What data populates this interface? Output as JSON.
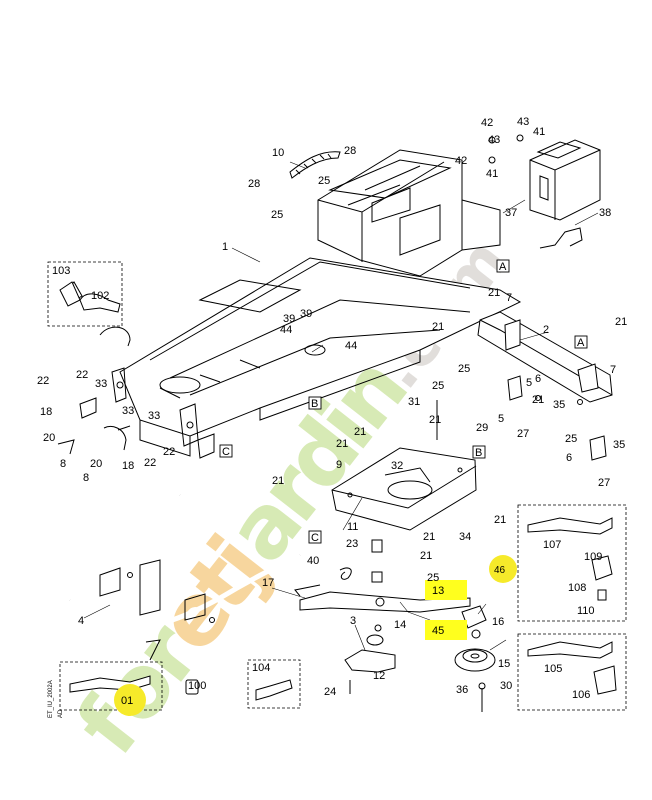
{
  "watermark": {
    "parts": [
      "f",
      "o",
      "r",
      "e",
      "t",
      "j",
      "a",
      "r",
      "d",
      "i",
      "n",
      ".com"
    ],
    "colors": [
      "#b7d97a",
      "#b7d97a",
      "#b7d97a",
      "#f2b64f",
      "#f2b64f",
      "#f2b64f",
      "#b7d97a",
      "#b7d97a",
      "#b7d97a",
      "#b7d97a",
      "#b7d97a",
      "#c9c4bf"
    ]
  },
  "side_code": "ET_IU_2002A",
  "side_code2": "AD",
  "section_labels": {
    "A1": "A",
    "A2": "A",
    "B1": "B",
    "B2": "B",
    "C1": "C",
    "C2": "C"
  },
  "highlights": {
    "h13": "13",
    "h45": "45",
    "h46": "46",
    "h01": "01"
  },
  "callouts": {
    "c1": "1",
    "c2": "2",
    "c3": "3",
    "c4": "4",
    "c5a": "5",
    "c5b": "5",
    "c6a": "6",
    "c6b": "6",
    "c7a": "7",
    "c7b": "7",
    "c8a": "8",
    "c8b": "8",
    "c9": "9",
    "c10": "10",
    "c11": "11",
    "c12": "12",
    "c14": "14",
    "c15": "15",
    "c16": "16",
    "c17": "17",
    "c18a": "18",
    "c18b": "18",
    "c20a": "20",
    "c20b": "20",
    "c21a": "21",
    "c21b": "21",
    "c21c": "21",
    "c21d": "21",
    "c21e": "21",
    "c21f": "21",
    "c21g": "21",
    "c21h": "21",
    "c21i": "21",
    "c21j": "21",
    "c21k": "21",
    "c22a": "22",
    "c22b": "22",
    "c22c": "22",
    "c22d": "22",
    "c23": "23",
    "c24": "24",
    "c25a": "25",
    "c25b": "25",
    "c25c": "25",
    "c25d": "25",
    "c25e": "25",
    "c25f": "25",
    "c27a": "27",
    "c27b": "27",
    "c28a": "28",
    "c28b": "28",
    "c29": "29",
    "c30": "30",
    "c31": "31",
    "c32": "32",
    "c33a": "33",
    "c33b": "33",
    "c33c": "33",
    "c34": "34",
    "c35a": "35",
    "c35b": "35",
    "c36": "36",
    "c37": "37",
    "c38": "38",
    "c39a": "39",
    "c39b": "39",
    "c40": "40",
    "c41a": "41",
    "c41b": "41",
    "c42a": "42",
    "c42b": "42",
    "c43a": "43",
    "c43b": "43",
    "c44a": "44",
    "c44b": "44",
    "c100": "100",
    "c102": "102",
    "c103": "103",
    "c104": "104",
    "c105": "105",
    "c106": "106",
    "c107": "107",
    "c108": "108",
    "c109": "109",
    "c110": "110"
  }
}
